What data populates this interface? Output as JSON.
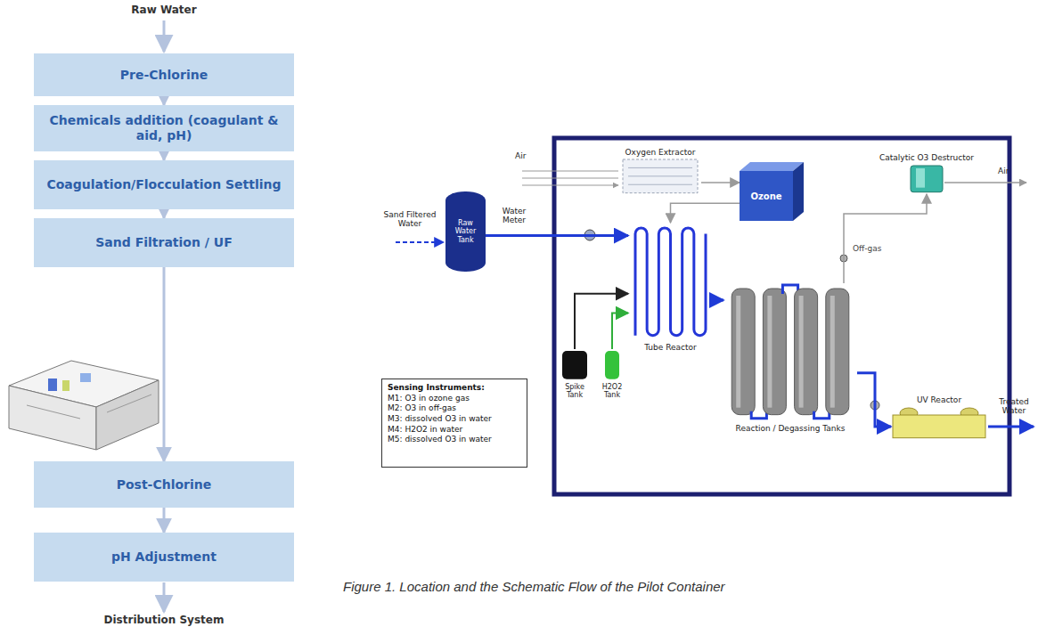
{
  "diagram": {
    "caption": "Figure 1. Location and the Schematic Flow of the Pilot Container",
    "nodes": [
      {
        "text": [
          "Pre-Chlorine"
        ]
      },
      {
        "text": [
          "Chemicals addition (coagulant & aid, pH)"
        ]
      },
      {
        "text": [
          "Coagulation/Flocculation Settling"
        ]
      },
      {
        "text": [
          "Sand Filtration / UF"
        ]
      },
      {
        "text": [
          "Post-Chlorine"
        ]
      },
      {
        "text": [
          "pH Adjustment"
        ]
      },
      {
        "text": [
          "Raw Water Tank"
        ]
      },
      {
        "text": [
          "Oxygen Extractor"
        ]
      },
      {
        "text": [
          "Ozone"
        ]
      },
      {
        "text": [
          "Catalytic O3 Destructor"
        ]
      },
      {
        "text": [
          "Tube Reactor"
        ]
      },
      {
        "text": [
          "Spike Tank"
        ]
      },
      {
        "text": [
          "H2O2 Tank"
        ]
      },
      {
        "text": [
          "Reaction / Degassing Tanks"
        ]
      },
      {
        "text": [
          "UV Reactor"
        ]
      },
      {
        "text": [
          "Sensing Instruments:",
          "M1: O3 in ozone gas",
          "M2: O3 in off-gas",
          "M3: dissolved O3 in water",
          "M4: H2O2 in water",
          "M5: dissolved O3 in water"
        ]
      }
    ],
    "edges": [
      {
        "from": 0,
        "to": 1,
        "arrow": "to"
      },
      {
        "from": 1,
        "to": 2,
        "arrow": "to"
      },
      {
        "from": 2,
        "to": 3,
        "arrow": "to"
      },
      {
        "from": 3,
        "to": 4,
        "arrow": "to"
      },
      {
        "from": 4,
        "to": 5,
        "arrow": "to"
      },
      {
        "from": 6,
        "to": 10,
        "arrow": "to"
      },
      {
        "from": 7,
        "to": 8,
        "arrow": "to"
      },
      {
        "from": 8,
        "to": 10,
        "arrow": "to"
      },
      {
        "from": 11,
        "to": 10,
        "arrow": "to"
      },
      {
        "from": 12,
        "to": 10,
        "arrow": "to"
      },
      {
        "from": 10,
        "to": 13,
        "arrow": "to"
      },
      {
        "from": 13,
        "to": 9,
        "label": "Off-gas",
        "arrow": "to"
      },
      {
        "from": 13,
        "to": 14,
        "arrow": "to"
      }
    ],
    "labels": [
      "Raw Water",
      "Distribution System",
      "Sand Filtered Water",
      "Water Meter",
      "Air",
      "Air",
      "Treated Water"
    ]
  }
}
